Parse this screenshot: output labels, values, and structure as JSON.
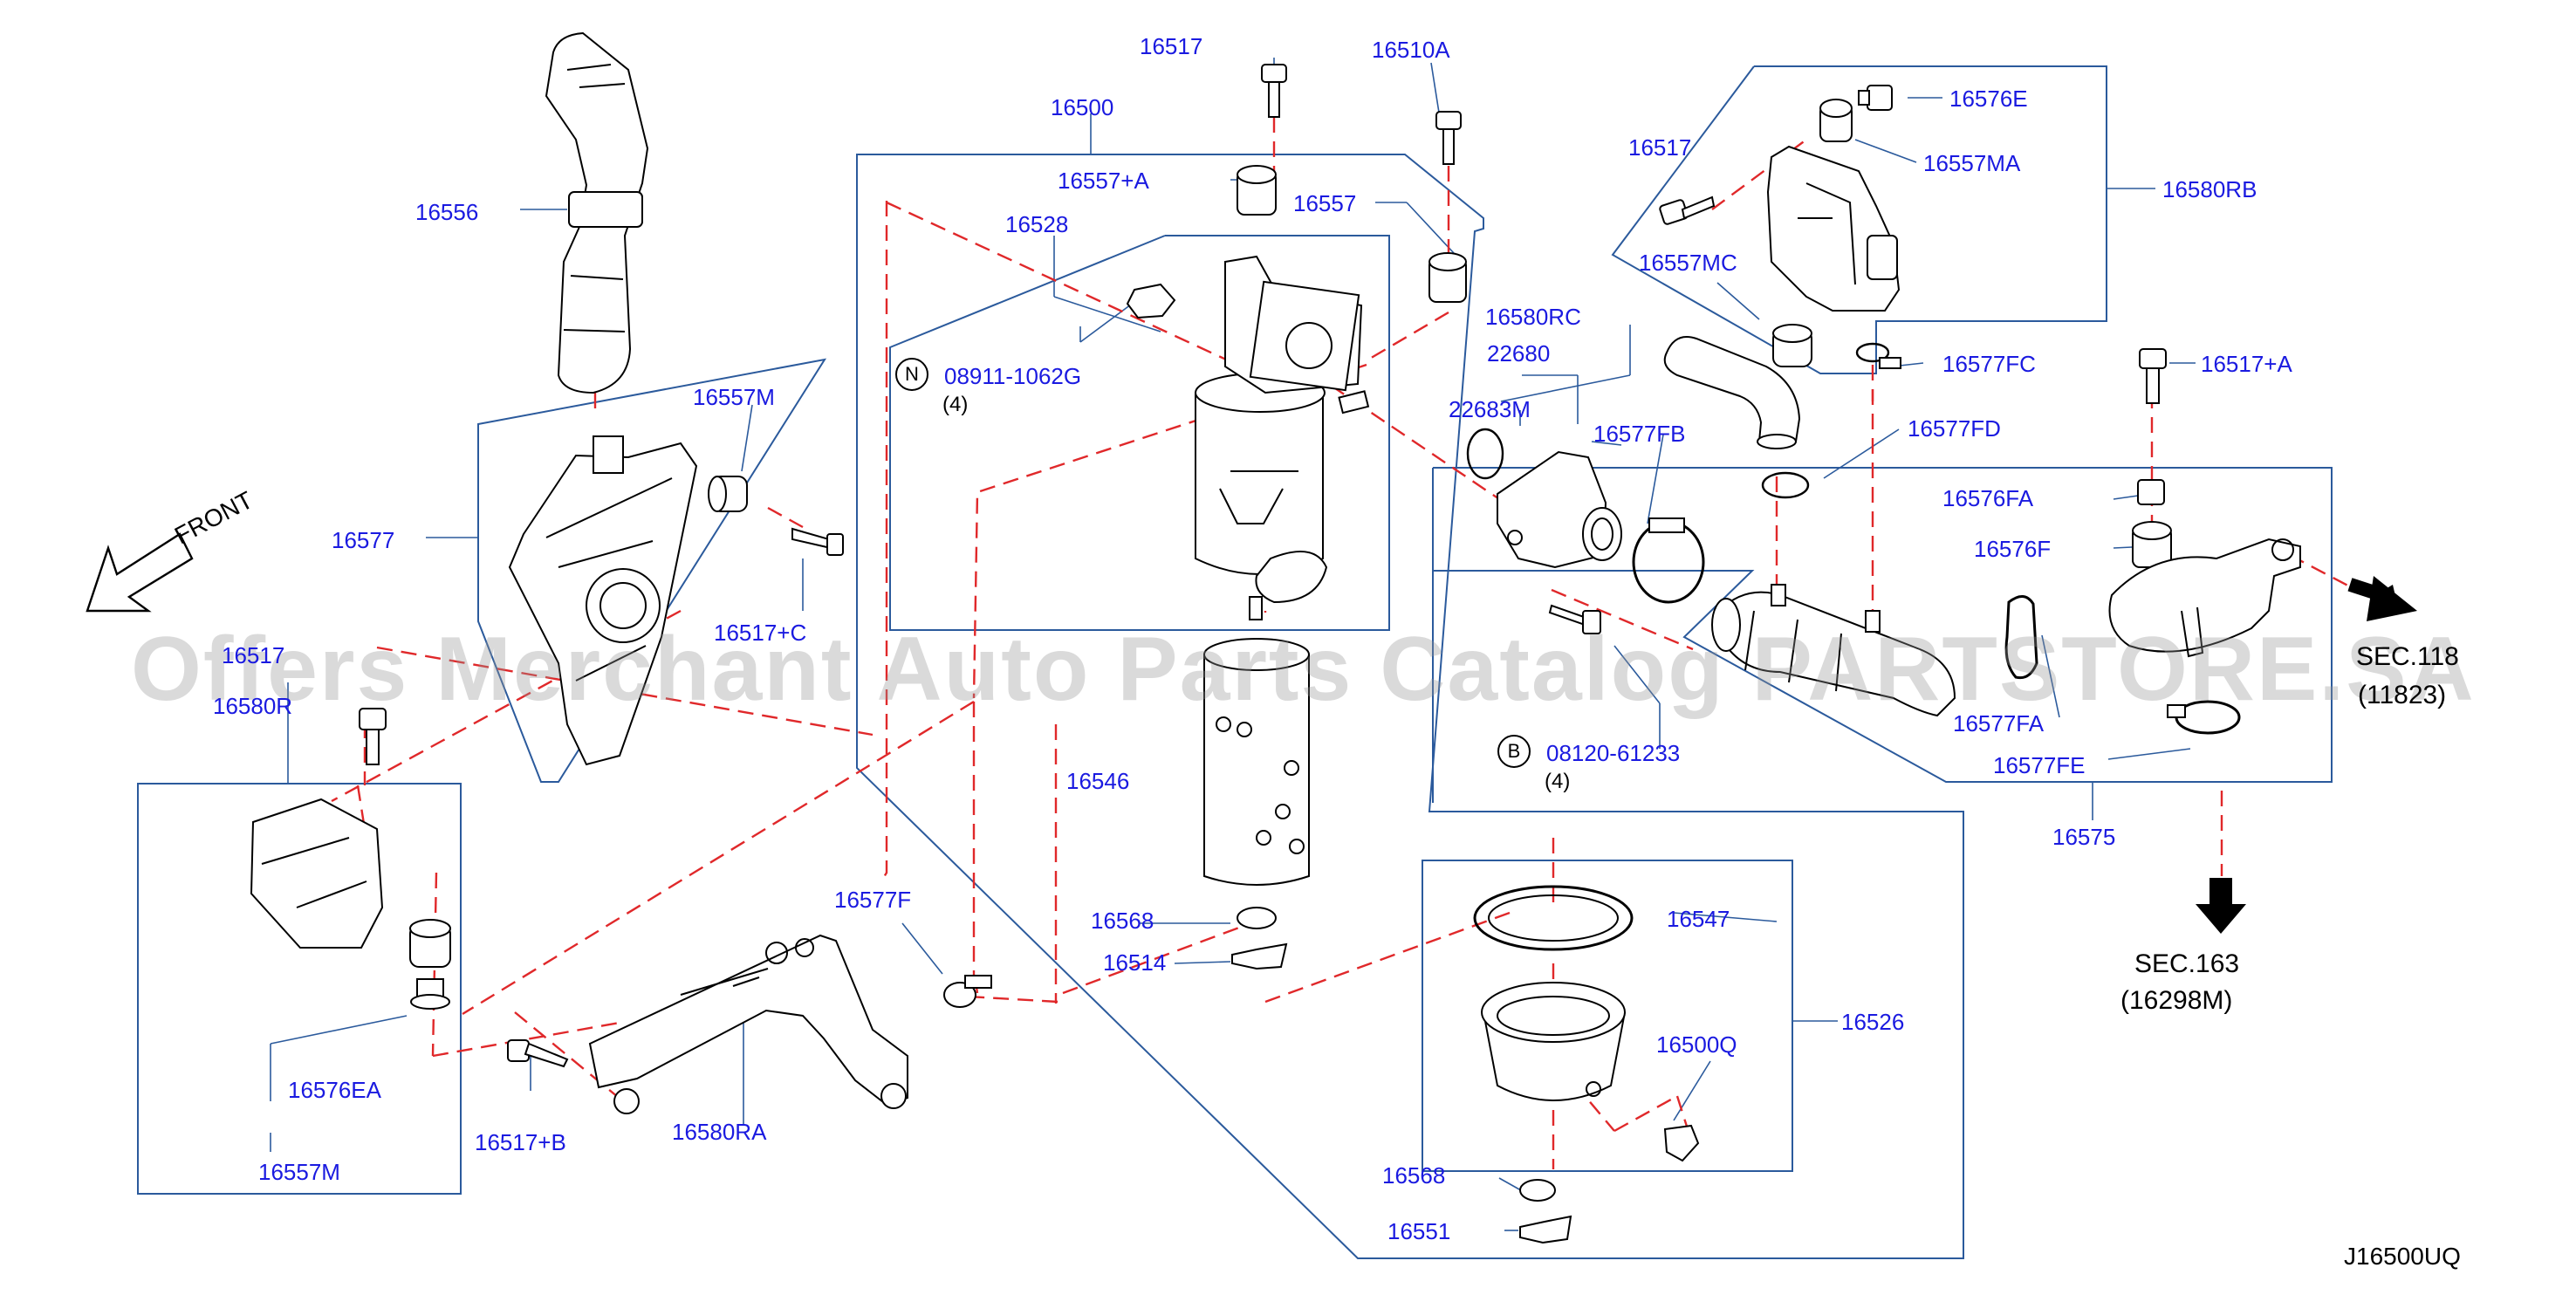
{
  "labels": {
    "p16517_top": "16517",
    "p16510A": "16510A",
    "p16500": "16500",
    "p16557A": "16557+A",
    "p16557": "16557",
    "p16528": "16528",
    "p08911": "08911-1062G",
    "p08911_qty": "(4)",
    "p16556": "16556",
    "p16557M_top": "16557M",
    "p16577": "16577",
    "p16517C": "16517+C",
    "p16580R_num": "16580R",
    "p16517_left": "16517",
    "p16576E": "16576E",
    "p16557MA": "16557MA",
    "p16580RB": "16580RB",
    "p16557MC": "16557MC",
    "p16580RC": "16580RC",
    "p22680": "22680",
    "p22683M": "22683M",
    "p16577FB": "16577FB",
    "p16577FC": "16577FC",
    "p16577FD": "16577FD",
    "p16517A": "16517+A",
    "p16576FA": "16576FA",
    "p16576F": "16576F",
    "p16577FA": "16577FA",
    "p16577FE": "16577FE",
    "p16575": "16575",
    "p08120": "08120-61233",
    "p08120_qty": "(4)",
    "p16546": "16546",
    "p16568_a": "16568",
    "p16514": "16514",
    "p16577F": "16577F",
    "p16517B": "16517+B",
    "p16580RA": "16580RA",
    "p16576EA": "16576EA",
    "p16557M_bot": "16557M",
    "p16547": "16547",
    "p16526": "16526",
    "p16500Q": "16500Q",
    "p16568_b": "16568",
    "p16551": "16551"
  },
  "markers": {
    "n": "N",
    "b": "B"
  },
  "front_label": "FRONT",
  "sec_refs": {
    "sec118": "SEC.118",
    "sec118_part": "(11823)",
    "sec163": "SEC.163",
    "sec163_part": "(16298M)"
  },
  "diagram_code": "J16500UQ",
  "watermark": "Offers Merchant Auto Parts Catalog PARTSTORE.SA",
  "colors": {
    "label": "#1a1ae0",
    "group_line": "#2b5a9c",
    "dashed_line": "#e0282a",
    "drawing": "#000000",
    "watermark": "#969696"
  }
}
